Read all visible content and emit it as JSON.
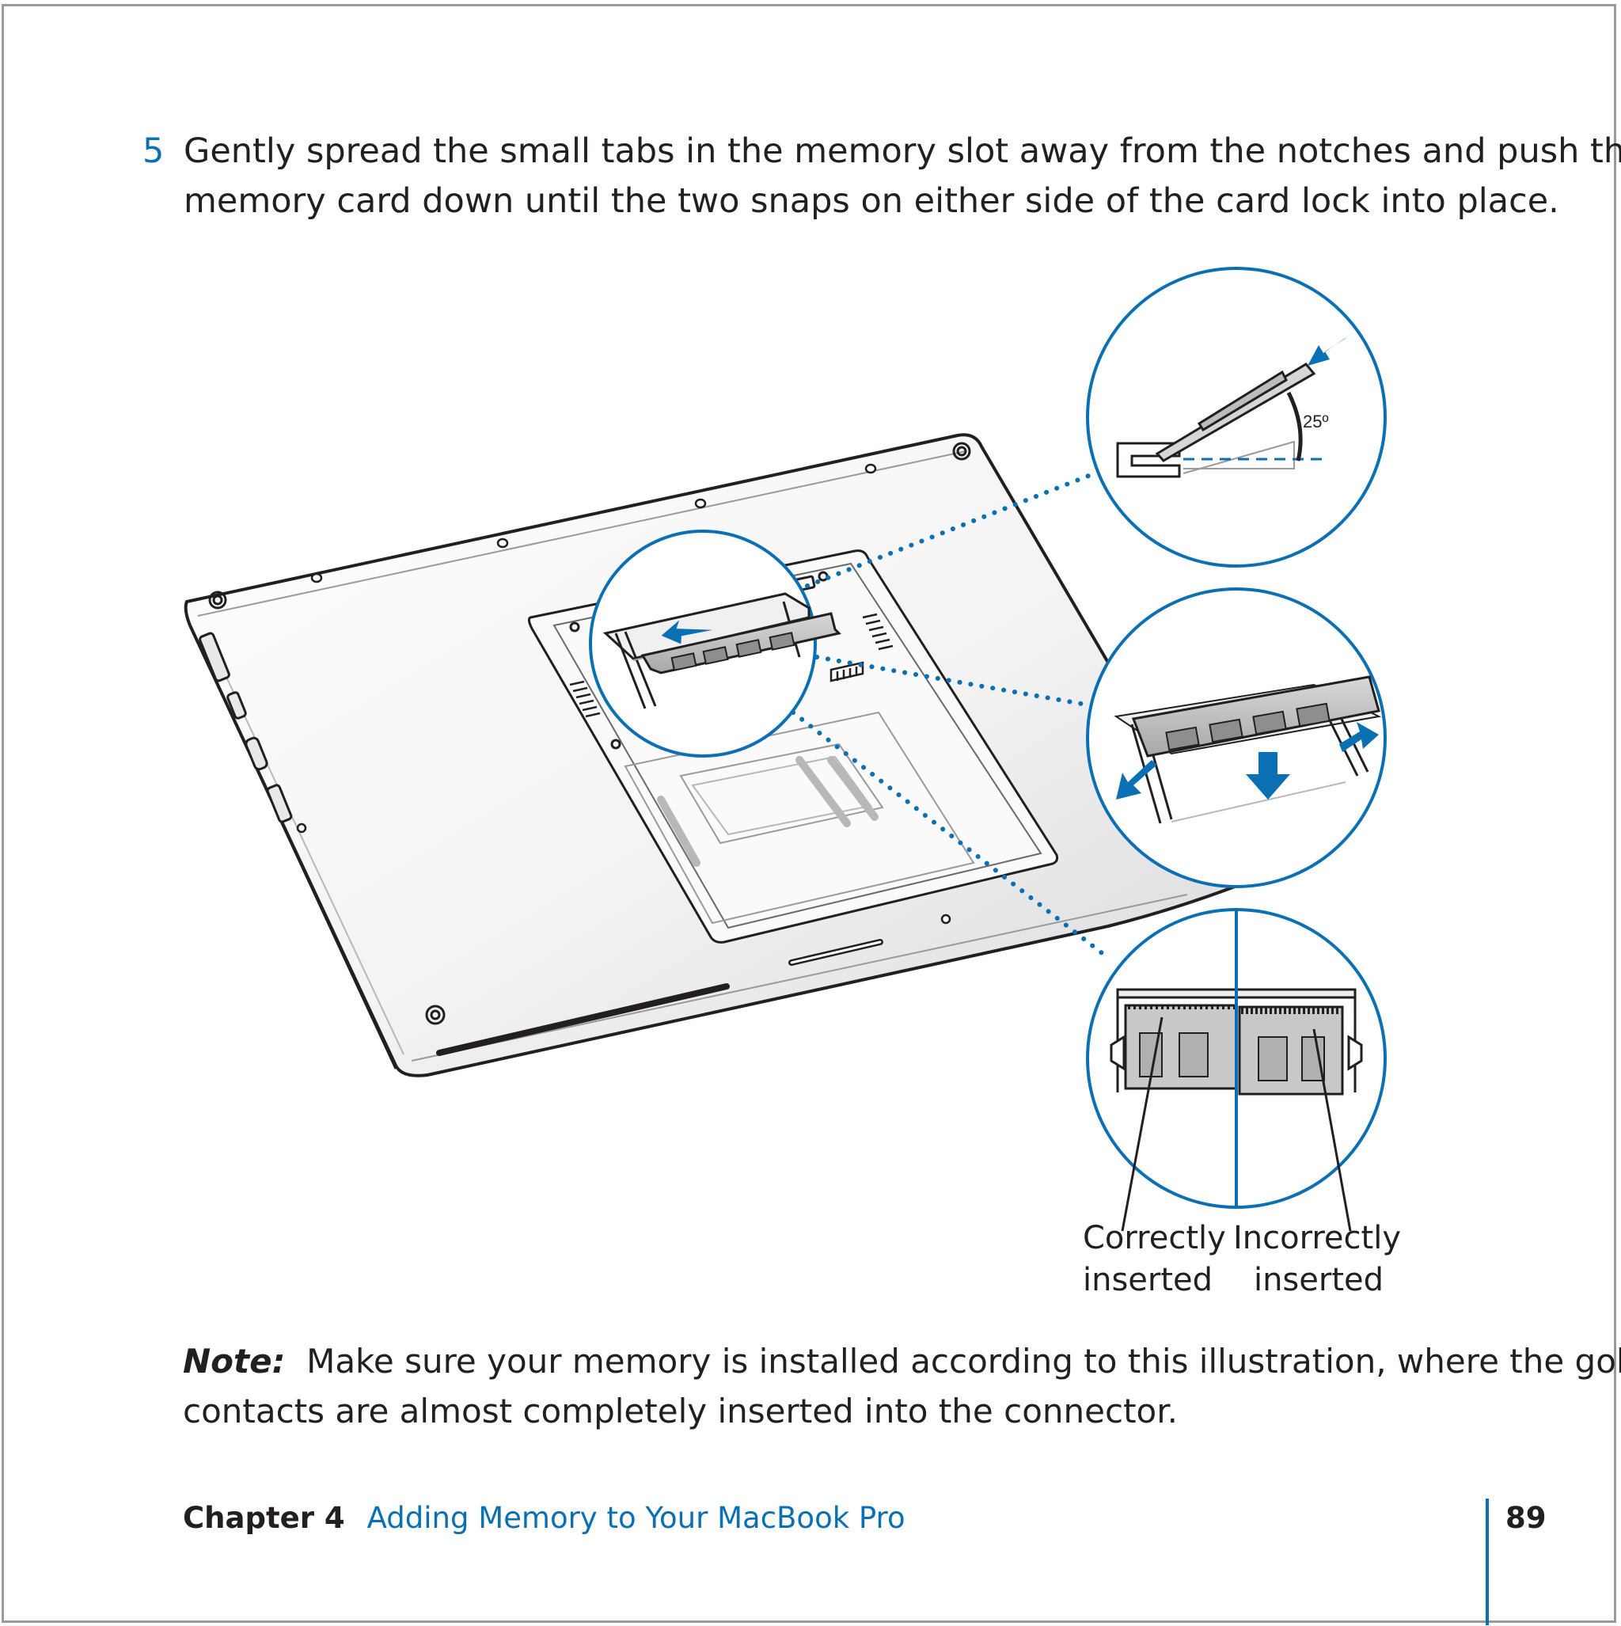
{
  "step": {
    "number": "5",
    "line1": "Gently spread the small tabs in the memory slot away from the notches and push the",
    "line2": "memory card down until the two snaps on either side of the card lock into place."
  },
  "figure": {
    "angle_label": "25º",
    "correct_line1": "Correctly",
    "correct_line2": "inserted",
    "incorrect_line1": "Incorrectly",
    "incorrect_line2": "inserted"
  },
  "note": {
    "label": "Note:",
    "line1": "Make sure your memory is installed according to this illustration, where the gold",
    "line2": "contacts are almost completely inserted into the connector."
  },
  "footer": {
    "chapter": "Chapter 4",
    "chapter_title": "Adding Memory to Your MacBook Pro",
    "page_number": "89"
  },
  "colors": {
    "accent": "#0b6fb4",
    "text": "#231f20",
    "frame": "#9a9a9a"
  }
}
